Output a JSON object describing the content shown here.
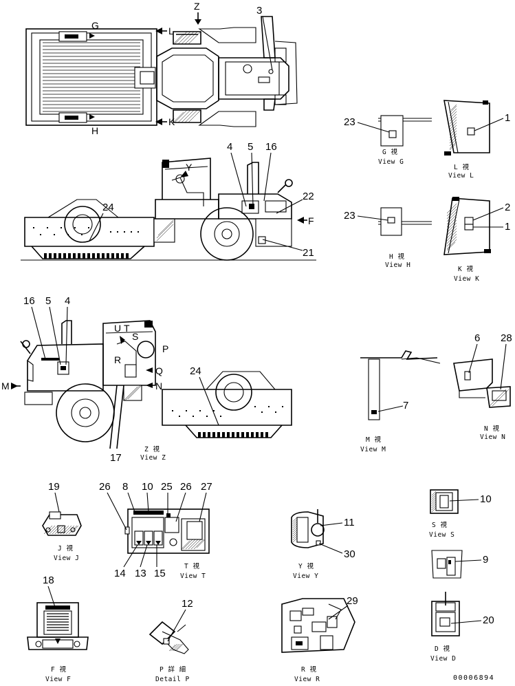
{
  "diagram": {
    "part_numbers": [
      "1",
      "2",
      "3",
      "4",
      "5",
      "6",
      "7",
      "8",
      "9",
      "10",
      "11",
      "12",
      "13",
      "14",
      "15",
      "16",
      "17",
      "18",
      "19",
      "20",
      "21",
      "22",
      "23",
      "24",
      "25",
      "26",
      "27",
      "28",
      "29",
      "30"
    ],
    "view_letters": {
      "top_G": "G",
      "top_L": "L",
      "top_H": "H",
      "top_K": "K",
      "top_Z": "Z",
      "side_F": "F",
      "side_M": "M",
      "z_P": "P",
      "z_Q": "Q",
      "z_N": "N",
      "z_R": "R",
      "z_U": "U",
      "z_T": "T",
      "z_S": "S",
      "y_Y": "Y"
    },
    "captions": {
      "G": {
        "jp": "G 視",
        "en": "View G"
      },
      "L": {
        "jp": "L 視",
        "en": "View L"
      },
      "H": {
        "jp": "H 視",
        "en": "View H"
      },
      "K": {
        "jp": "K 視",
        "en": "View K"
      },
      "Z": {
        "jp": "Z 視",
        "en": "View Z"
      },
      "M": {
        "jp": "M 視",
        "en": "View M"
      },
      "N": {
        "jp": "N 視",
        "en": "View N"
      },
      "J": {
        "jp": "J 視",
        "en": "View J"
      },
      "T": {
        "jp": "T 視",
        "en": "View T"
      },
      "Y": {
        "jp": "Y 視",
        "en": "View Y"
      },
      "S": {
        "jp": "S 視",
        "en": "View S"
      },
      "F": {
        "jp": "F 視",
        "en": "View F"
      },
      "P": {
        "jp": "P 詳 細",
        "en": "Detail P"
      },
      "R": {
        "jp": "R 視",
        "en": "View R"
      },
      "D": {
        "jp": "D 視",
        "en": "View D"
      }
    },
    "drawing_number": "00006894"
  }
}
